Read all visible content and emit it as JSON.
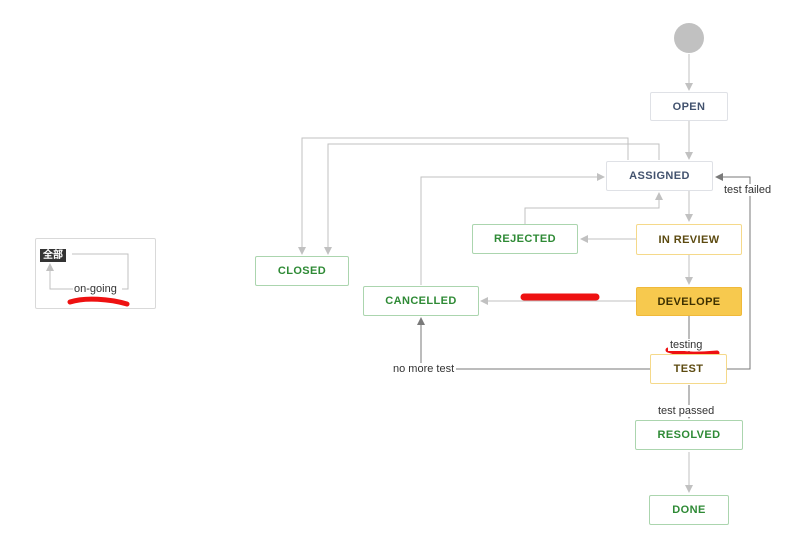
{
  "legend": {
    "tag": "全部",
    "label": "on-going"
  },
  "nodes": {
    "open": "OPEN",
    "assigned": "ASSIGNED",
    "rejected": "REJECTED",
    "in_review": "IN REVIEW",
    "closed": "CLOSED",
    "cancelled": "CANCELLED",
    "develope": "DEVELOPE",
    "test": "TEST",
    "resolved": "RESOLVED",
    "done": "DONE"
  },
  "transitions": {
    "test_failed": "test failed",
    "testing": "testing",
    "no_more_test": "no more test",
    "test_passed": "test passed"
  },
  "colors": {
    "status_default_text": "#42526e",
    "status_done_text": "#2e8a35",
    "status_current_fill": "#f7c94e",
    "redaction_mark": "#ee1111",
    "arrow": "#c1c1c1"
  }
}
